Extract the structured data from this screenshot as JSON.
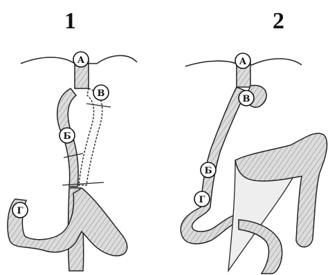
{
  "panels": [
    {
      "number": "1",
      "labels": {
        "a": "А",
        "b": "Б",
        "v": "В",
        "g": "Г"
      }
    },
    {
      "number": "2",
      "labels": {
        "a": "А",
        "b": "Б",
        "v": "В",
        "g": "Г"
      }
    }
  ],
  "colors": {
    "ink": "#222222",
    "bowel_fill": "#d9d9d9",
    "mesentery_fill": "#eeeeee",
    "background": "#ffffff"
  }
}
